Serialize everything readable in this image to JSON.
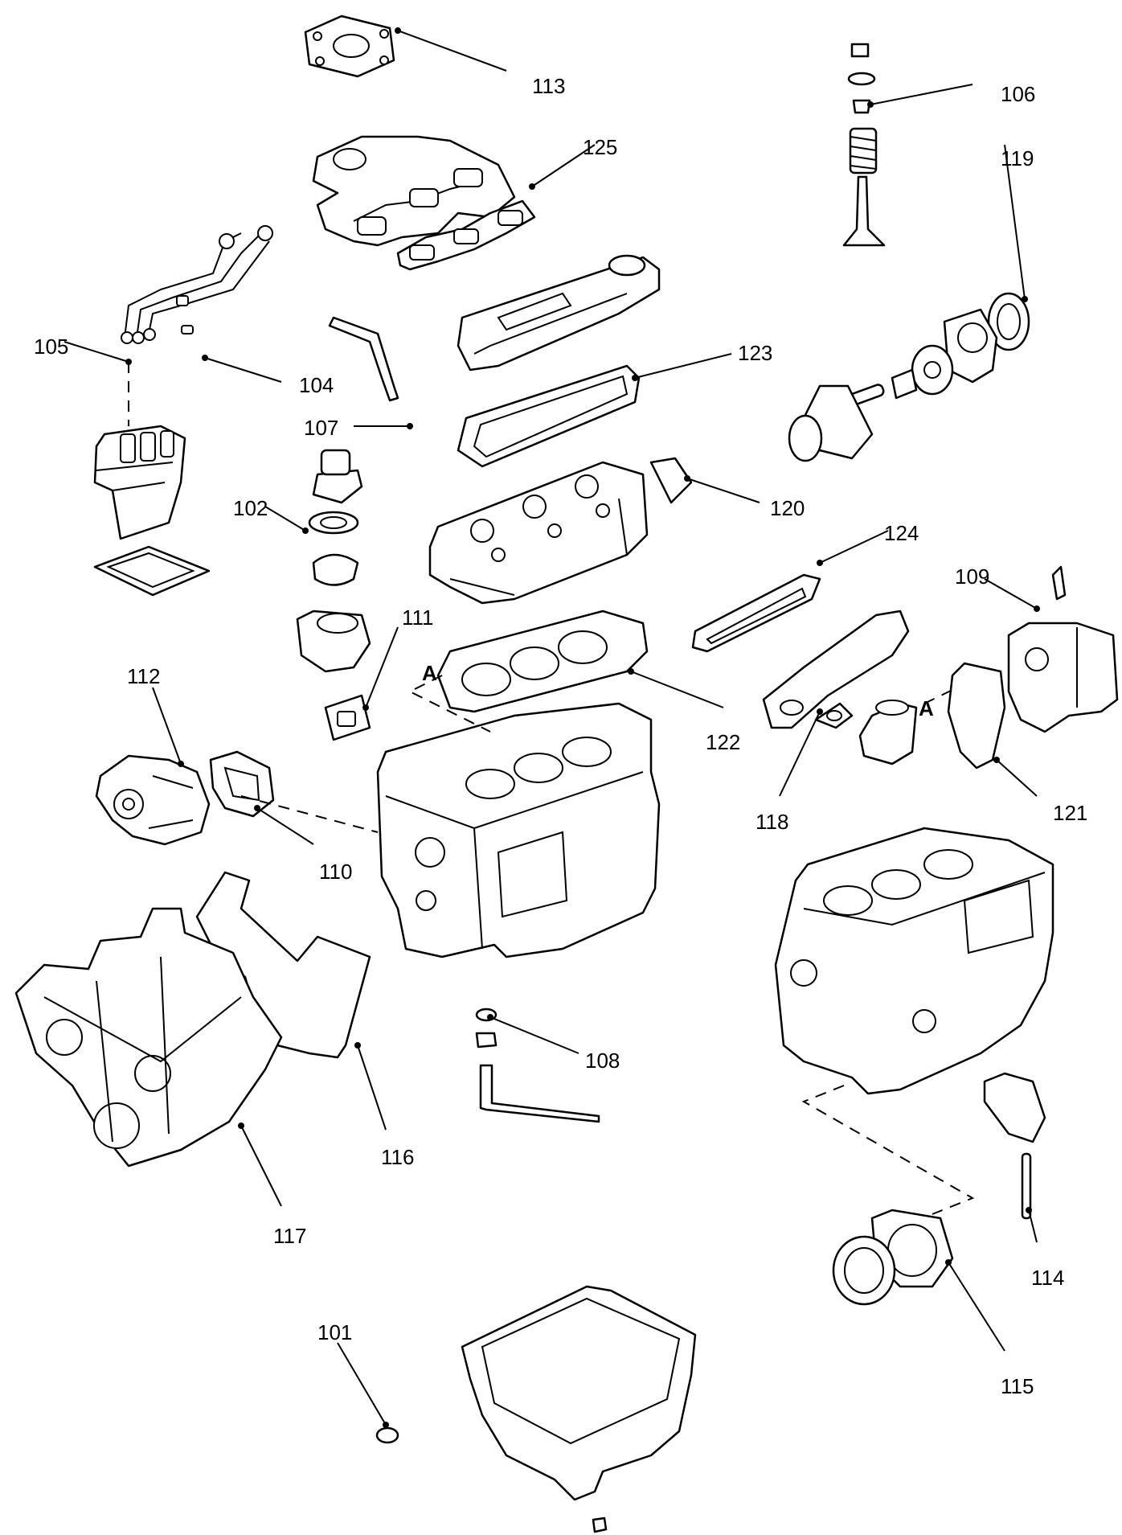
{
  "diagram": {
    "type": "exploded parts diagram",
    "callouts": [
      {
        "id": "101",
        "text": "101"
      },
      {
        "id": "102",
        "text": "102"
      },
      {
        "id": "104",
        "text": "104"
      },
      {
        "id": "105",
        "text": "105"
      },
      {
        "id": "106",
        "text": "106"
      },
      {
        "id": "107",
        "text": "107"
      },
      {
        "id": "108",
        "text": "108"
      },
      {
        "id": "109",
        "text": "109"
      },
      {
        "id": "110",
        "text": "110"
      },
      {
        "id": "111",
        "text": "111"
      },
      {
        "id": "112",
        "text": "112"
      },
      {
        "id": "113",
        "text": "113"
      },
      {
        "id": "114",
        "text": "114"
      },
      {
        "id": "115",
        "text": "115"
      },
      {
        "id": "116",
        "text": "116"
      },
      {
        "id": "117",
        "text": "117"
      },
      {
        "id": "118",
        "text": "118"
      },
      {
        "id": "119",
        "text": "119"
      },
      {
        "id": "120",
        "text": "120"
      },
      {
        "id": "121",
        "text": "121"
      },
      {
        "id": "122",
        "text": "122"
      },
      {
        "id": "123",
        "text": "123"
      },
      {
        "id": "124",
        "text": "124"
      },
      {
        "id": "125",
        "text": "125"
      }
    ],
    "reference_marks": [
      {
        "id": "A-left",
        "text": "A"
      },
      {
        "id": "A-right",
        "text": "A"
      }
    ]
  }
}
